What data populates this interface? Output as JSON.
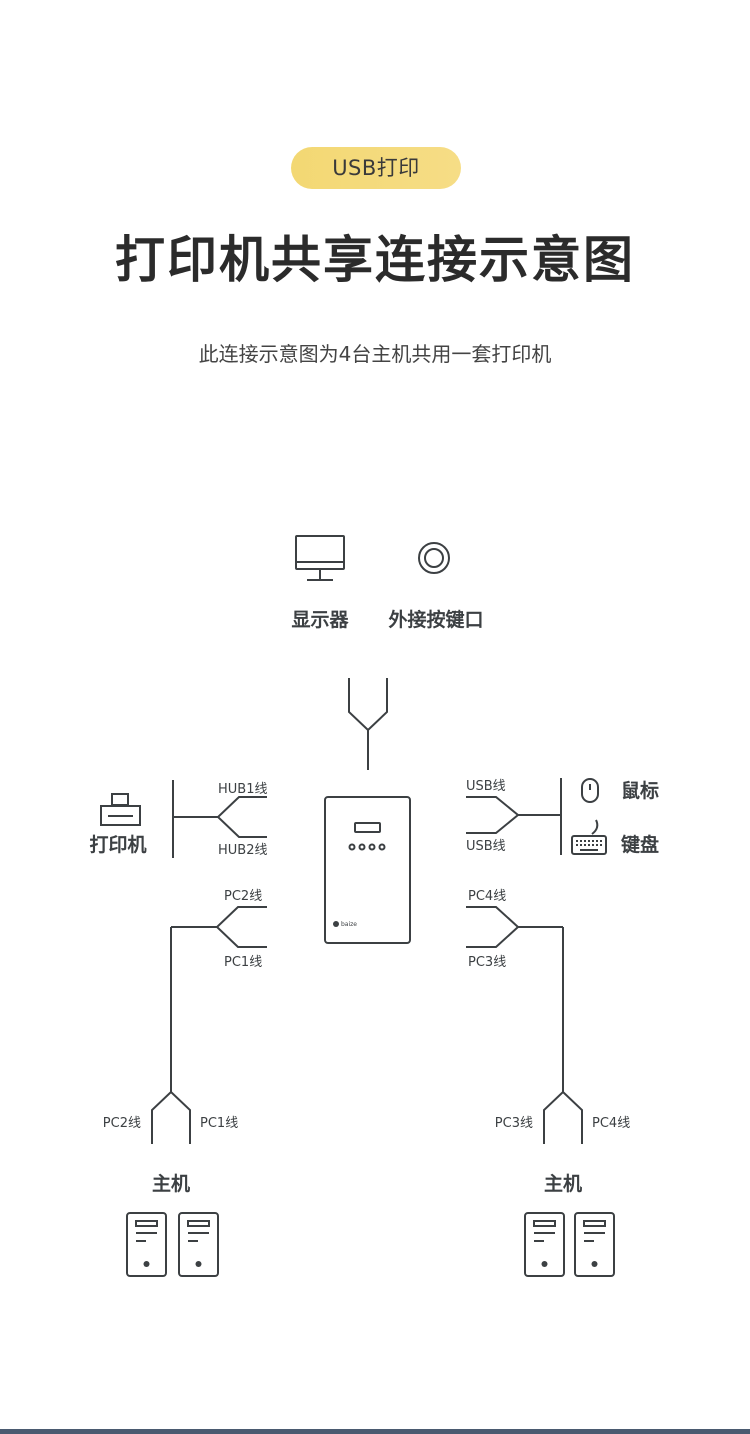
{
  "header": {
    "badge": "USB打印",
    "title": "打印机共享连接示意图",
    "subtitle": "此连接示意图为4台主机共用一套打印机"
  },
  "diagram": {
    "monitor_label": "显示器",
    "external_key_label": "外接按键口",
    "printer_label": "打印机",
    "hub1_label": "HUB1线",
    "hub2_label": "HUB2线",
    "usb_label_top": "USB线",
    "usb_label_bottom": "USB线",
    "mouse_label": "鼠标",
    "keyboard_label": "键盘",
    "device_brand": "baize",
    "left_pc2_label": "PC2线",
    "left_pc1_label": "PC1线",
    "right_pc4_label": "PC4线",
    "right_pc3_label": "PC3线",
    "left_host_pc2_label": "PC2线",
    "left_host_pc1_label": "PC1线",
    "right_host_pc3_label": "PC3线",
    "right_host_pc4_label": "PC4线",
    "left_host_label": "主机",
    "right_host_label": "主机"
  },
  "colors": {
    "badge": "#f4d97a",
    "line": "#3c4043",
    "text": "#2b2f33",
    "bottom_bar": "#4a5a70"
  }
}
